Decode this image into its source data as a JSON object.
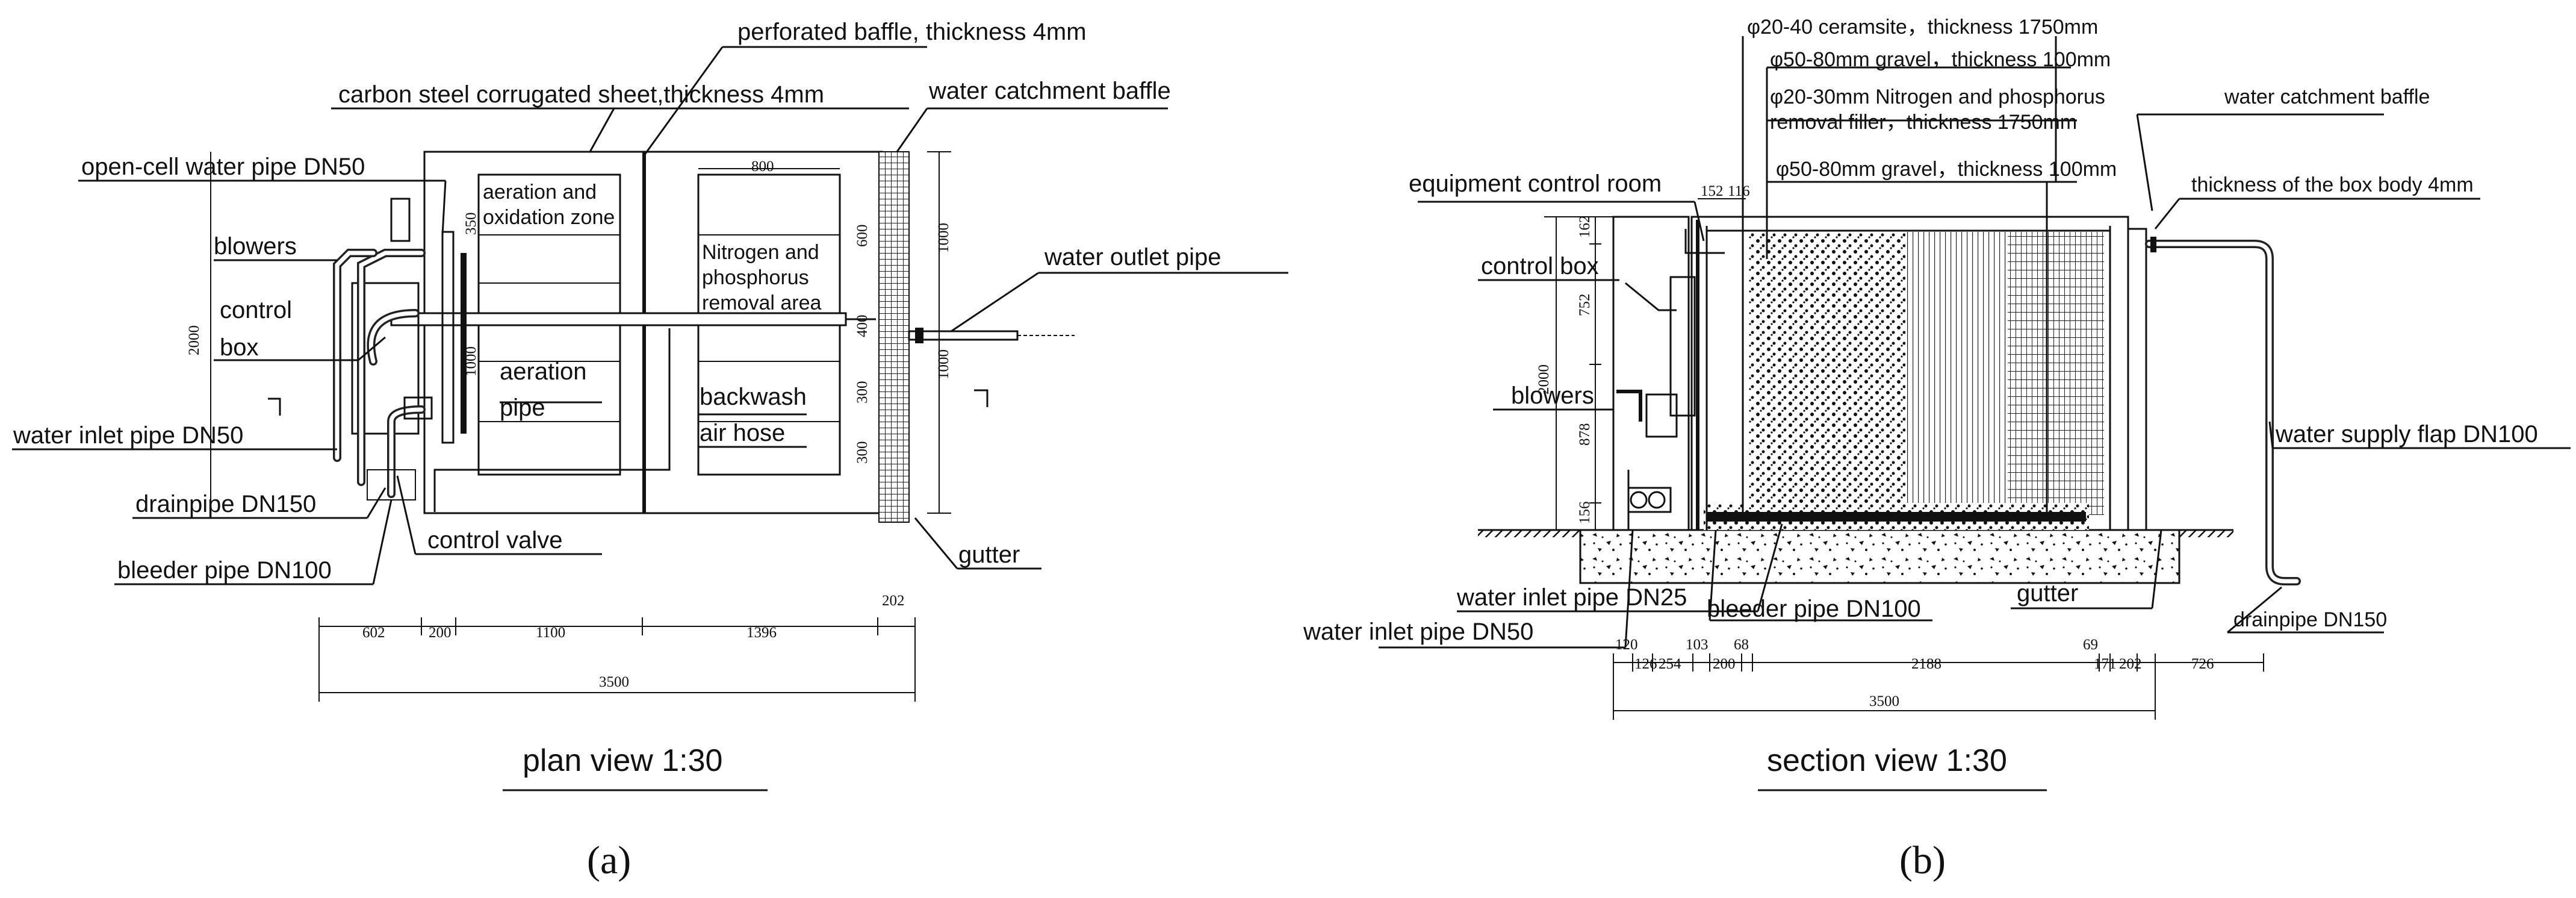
{
  "plan": {
    "labels": {
      "perforated_baffle": "perforated baffle, thickness  4mm",
      "corrugated_sheet": "carbon steel corrugated sheet,thickness 4mm",
      "water_catchment_baffle": "water catchment baffle",
      "open_cell_pipe": "open-cell water pipe DN50",
      "blowers": "blowers",
      "control_box_1": "control",
      "control_box_2": "box",
      "water_inlet_pipe": "water inlet pipe DN50",
      "drainpipe": "drainpipe DN150",
      "bleeder_pipe": "bleeder pipe DN100",
      "control_valve": "control valve",
      "gutter": "gutter",
      "water_outlet_pipe": "water outlet pipe",
      "aeration_zone_1": "aeration and",
      "aeration_zone_2": "oxidation zone",
      "np_area_1": "Nitrogen and",
      "np_area_2": "phosphorus",
      "np_area_3": "removal area",
      "aeration_pipe_1": "aeration",
      "aeration_pipe_2": "pipe",
      "backwash_1": "backwash",
      "backwash_2": "air hose"
    },
    "dims": {
      "d602": "602",
      "d200": "200",
      "d1100": "1100",
      "d1396": "1396",
      "d202": "202",
      "d3500": "3500",
      "v2000": "2000",
      "v1000a": "1000",
      "v1000b": "1000",
      "v800": "800",
      "v600": "600",
      "v400": "400",
      "v300a": "300",
      "v300b": "300",
      "v350": "350",
      "v1000c": "1000"
    },
    "title": "plan view  1:30",
    "caption": "(a)"
  },
  "section": {
    "labels": {
      "ceramsite": "φ20-40 ceramsite，thickness 1750mm",
      "gravel_top": "φ50-80mm gravel，thickness 100mm",
      "np_filler_1": "φ20-30mm Nitrogen and phosphorus",
      "np_filler_2": "removal filler，thickness 1750mm",
      "gravel_bottom": "φ50-80mm gravel，thickness 100mm",
      "water_catchment_baffle": "water catchment baffle",
      "box_thickness": "thickness of the box body 4mm",
      "equipment_room": "equipment control room",
      "control_box": "control box",
      "blowers": "blowers",
      "water_supply_flap": "water supply flap DN100",
      "water_inlet_dn25": "water inlet pipe DN25",
      "water_inlet_dn50": "water inlet pipe DN50",
      "bleeder_pipe": "bleeder pipe DN100",
      "gutter": "gutter",
      "drainpipe": "drainpipe DN150"
    },
    "dims": {
      "d120": "120",
      "d126": "126",
      "d254": "254",
      "d103": "103",
      "d200": "200",
      "d68": "68",
      "d2188": "2188",
      "d69": "69",
      "d171": "171",
      "d202": "202",
      "d726": "726",
      "d3500": "3500",
      "d152": "152",
      "d116": "116",
      "v162": "162",
      "v752": "752",
      "v878": "878",
      "v156": "156",
      "v2000": "2000"
    },
    "title": "section view  1:30",
    "caption": "(b)"
  }
}
